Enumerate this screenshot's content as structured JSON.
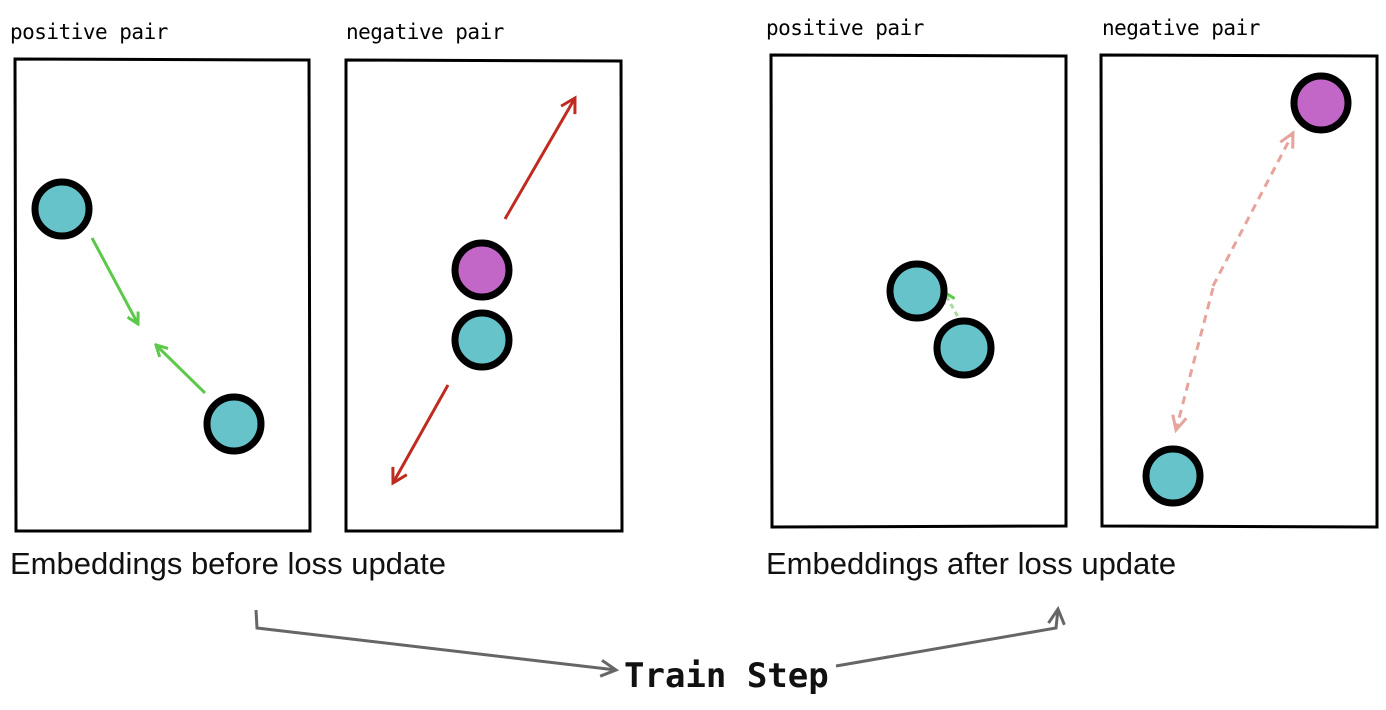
{
  "before": {
    "positive_label": "positive pair",
    "negative_label": "negative pair",
    "caption": "Embeddings before loss update"
  },
  "after": {
    "positive_label": "positive pair",
    "negative_label": "negative pair",
    "caption": "Embeddings after loss update"
  },
  "train_step_label": "Train Step",
  "colors": {
    "anchor_fill": "#67c3ca",
    "negative_fill": "#c266c7",
    "pull_arrow": "#5cc94a",
    "push_arrow": "#c02b20",
    "push_arrow_faded": "#e6a49d",
    "flow_arrow": "#666666",
    "outline": "#000000"
  }
}
